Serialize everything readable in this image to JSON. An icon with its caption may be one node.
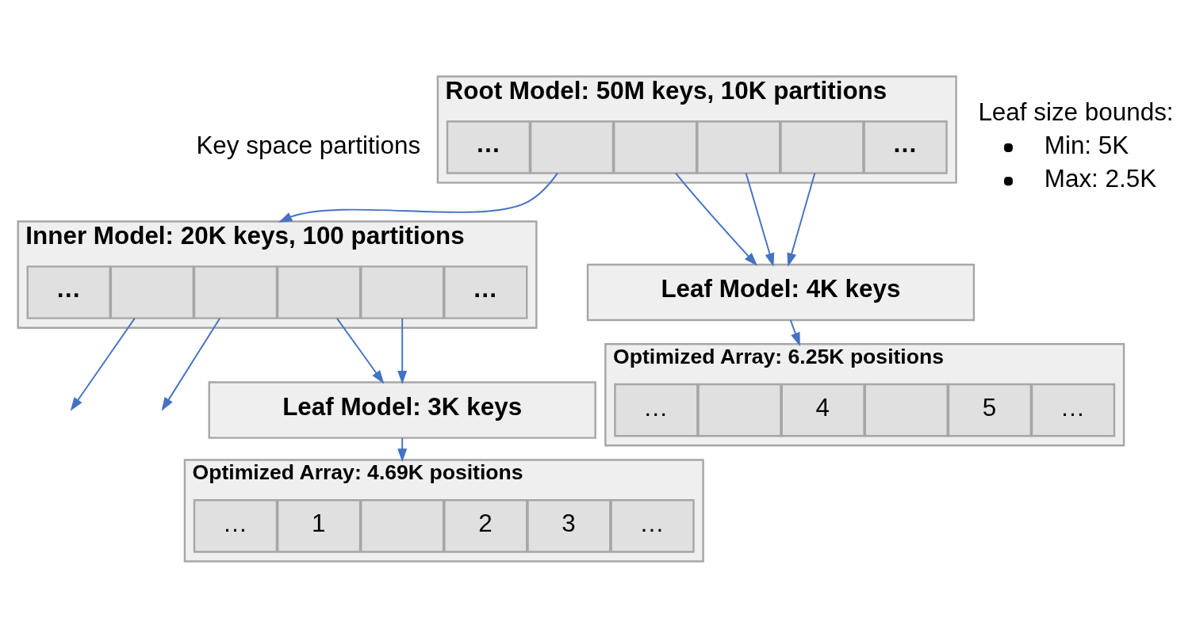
{
  "diagram": {
    "nodes": [
      {
        "text": [
          "Root Model: 50M keys, 10K partitions"
        ]
      },
      {
        "text": [
          "…"
        ],
        "in": 0
      },
      {
        "text": [],
        "shape": "box",
        "in": 0
      },
      {
        "text": [],
        "shape": "box",
        "in": 0
      },
      {
        "text": [],
        "shape": "box",
        "in": 0
      },
      {
        "text": [],
        "shape": "box",
        "in": 0
      },
      {
        "text": [
          "…"
        ],
        "in": 0
      },
      {
        "text": [
          "Inner Model: 20K keys, 100 partitions"
        ]
      },
      {
        "text": [
          "…"
        ],
        "in": 7
      },
      {
        "text": [],
        "shape": "box",
        "in": 7
      },
      {
        "text": [],
        "shape": "box",
        "in": 7
      },
      {
        "text": [],
        "shape": "box",
        "in": 7
      },
      {
        "text": [],
        "shape": "box",
        "in": 7
      },
      {
        "text": [
          "…"
        ],
        "in": 7
      },
      {
        "text": [
          "Leaf Model: 4K keys"
        ]
      },
      {
        "text": [
          "Optimized Array: 6.25K positions"
        ]
      },
      {
        "text": [
          "…"
        ],
        "in": 15
      },
      {
        "text": [],
        "shape": "box",
        "in": 15
      },
      {
        "text": [
          "4"
        ],
        "in": 15
      },
      {
        "text": [],
        "shape": "box",
        "in": 15
      },
      {
        "text": [
          "5"
        ],
        "in": 15
      },
      {
        "text": [
          "…"
        ],
        "in": 15
      },
      {
        "text": [
          "Leaf Model: 3K keys"
        ]
      },
      {
        "text": [
          "Optimized Array: 4.69K positions"
        ]
      },
      {
        "text": [
          "…"
        ],
        "in": 23
      },
      {
        "text": [
          "1"
        ],
        "in": 23
      },
      {
        "text": [],
        "shape": "box",
        "in": 23
      },
      {
        "text": [
          "2"
        ],
        "in": 23
      },
      {
        "text": [
          "3"
        ],
        "in": 23
      },
      {
        "text": [
          "…"
        ],
        "in": 23
      }
    ],
    "edges": [
      {
        "from": 2,
        "to": 7,
        "arrow": "to"
      },
      {
        "from": 3,
        "to": 14,
        "arrow": "to"
      },
      {
        "from": 4,
        "to": 14,
        "arrow": "to"
      },
      {
        "from": 5,
        "to": 14,
        "arrow": "to"
      },
      {
        "from": 9,
        "to": null,
        "arrow": "to"
      },
      {
        "from": 10,
        "to": null,
        "arrow": "to"
      },
      {
        "from": 11,
        "to": 22,
        "arrow": "to"
      },
      {
        "from": 12,
        "to": 22,
        "arrow": "to"
      },
      {
        "from": 14,
        "to": 15,
        "arrow": "to"
      },
      {
        "from": 22,
        "to": 23,
        "arrow": "to"
      }
    ],
    "labels": [
      "Key space partitions",
      "Leaf size bounds:",
      "Min: 5K",
      "Max: 2.5K"
    ]
  }
}
